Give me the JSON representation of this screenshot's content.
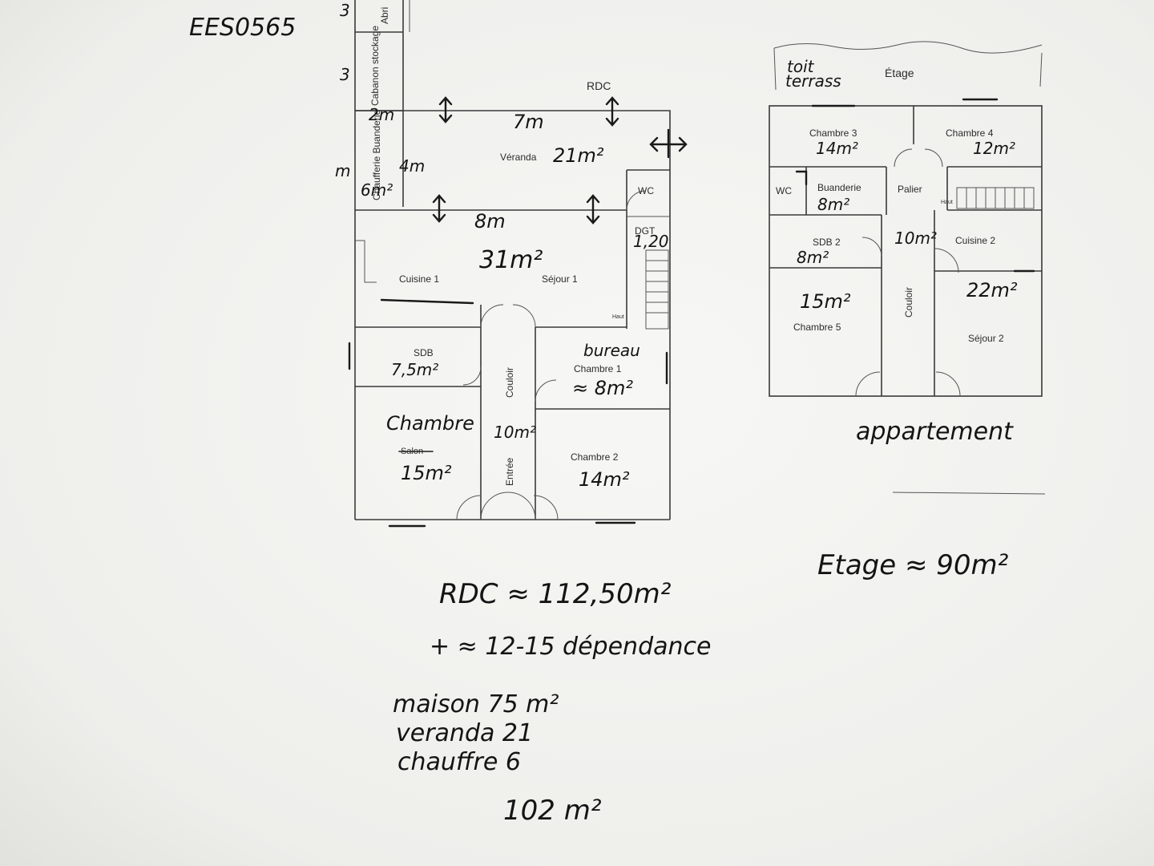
{
  "ref_code": "EES0565",
  "rdc": {
    "title": "RDC",
    "rooms": {
      "abri": "Abri",
      "cabanon": "Cabanon stockage",
      "chaufferie": "Chaufferie Buanderie",
      "veranda": "Véranda",
      "wc": "WC",
      "dgt": "DGT",
      "cuisine": "Cuisine 1",
      "sejour": "Séjour 1",
      "sdb": "SDB",
      "couloir": "Couloir",
      "chambre1": "Chambre 1",
      "salon_crossed": "Salon",
      "entree": "Entrée",
      "chambre2": "Chambre 2",
      "haut": "Haut"
    },
    "handwritten": {
      "dim_2m": "2m",
      "dim_7m": "7m",
      "dim_3m_a": "3",
      "dim_3m_b": "3",
      "dim_m_left": "m",
      "veranda_area": "21m²",
      "chaufferie_area": "6m²",
      "chaufferie_dim": "4m",
      "dgt_dim": "1,20",
      "dim_8m": "8m",
      "sejour_area": "31m²",
      "sdb_area": "7,5m²",
      "bureau": "bureau",
      "chambre1_area": "≈ 8m²",
      "chambre_label": "Chambre",
      "salon_area": "15m²",
      "couloir_area": "10m²",
      "chambre2_area": "14m²"
    }
  },
  "etage": {
    "rooms": {
      "etage": "Étage",
      "chambre3": "Chambre 3",
      "chambre4": "Chambre 4",
      "wc": "WC",
      "buanderie": "Buanderie",
      "palier": "Palier",
      "sdb": "SDB 2",
      "cuisine": "Cuisine 2",
      "couloir": "Couloir",
      "chambre5": "Chambre 5",
      "sejour": "Séjour 2",
      "haut": "Haut"
    },
    "handwritten": {
      "toit": "toit",
      "terrasse": "terrass",
      "chambre3_area": "14m²",
      "chambre4_area": "12m²",
      "buanderie_area": "8m²",
      "palier_area": "10m²",
      "sdb_area": "8m²",
      "chambre5_area": "15m²",
      "sejour_area": "22m²",
      "caption": "appartement"
    }
  },
  "totals": {
    "etage": "Etage ≈ 90m²",
    "rdc": "RDC ≈ 112,50m²",
    "dependance": "+ ≈ 12-15 dépendance",
    "maison": "maison 75 m²",
    "veranda": "veranda 21",
    "chaufferie": "chauffre 6",
    "sum": "102 m²"
  },
  "colors": {
    "paper": "#f4f4f2",
    "ink": "#141414",
    "plan": "#3a3a3a"
  }
}
